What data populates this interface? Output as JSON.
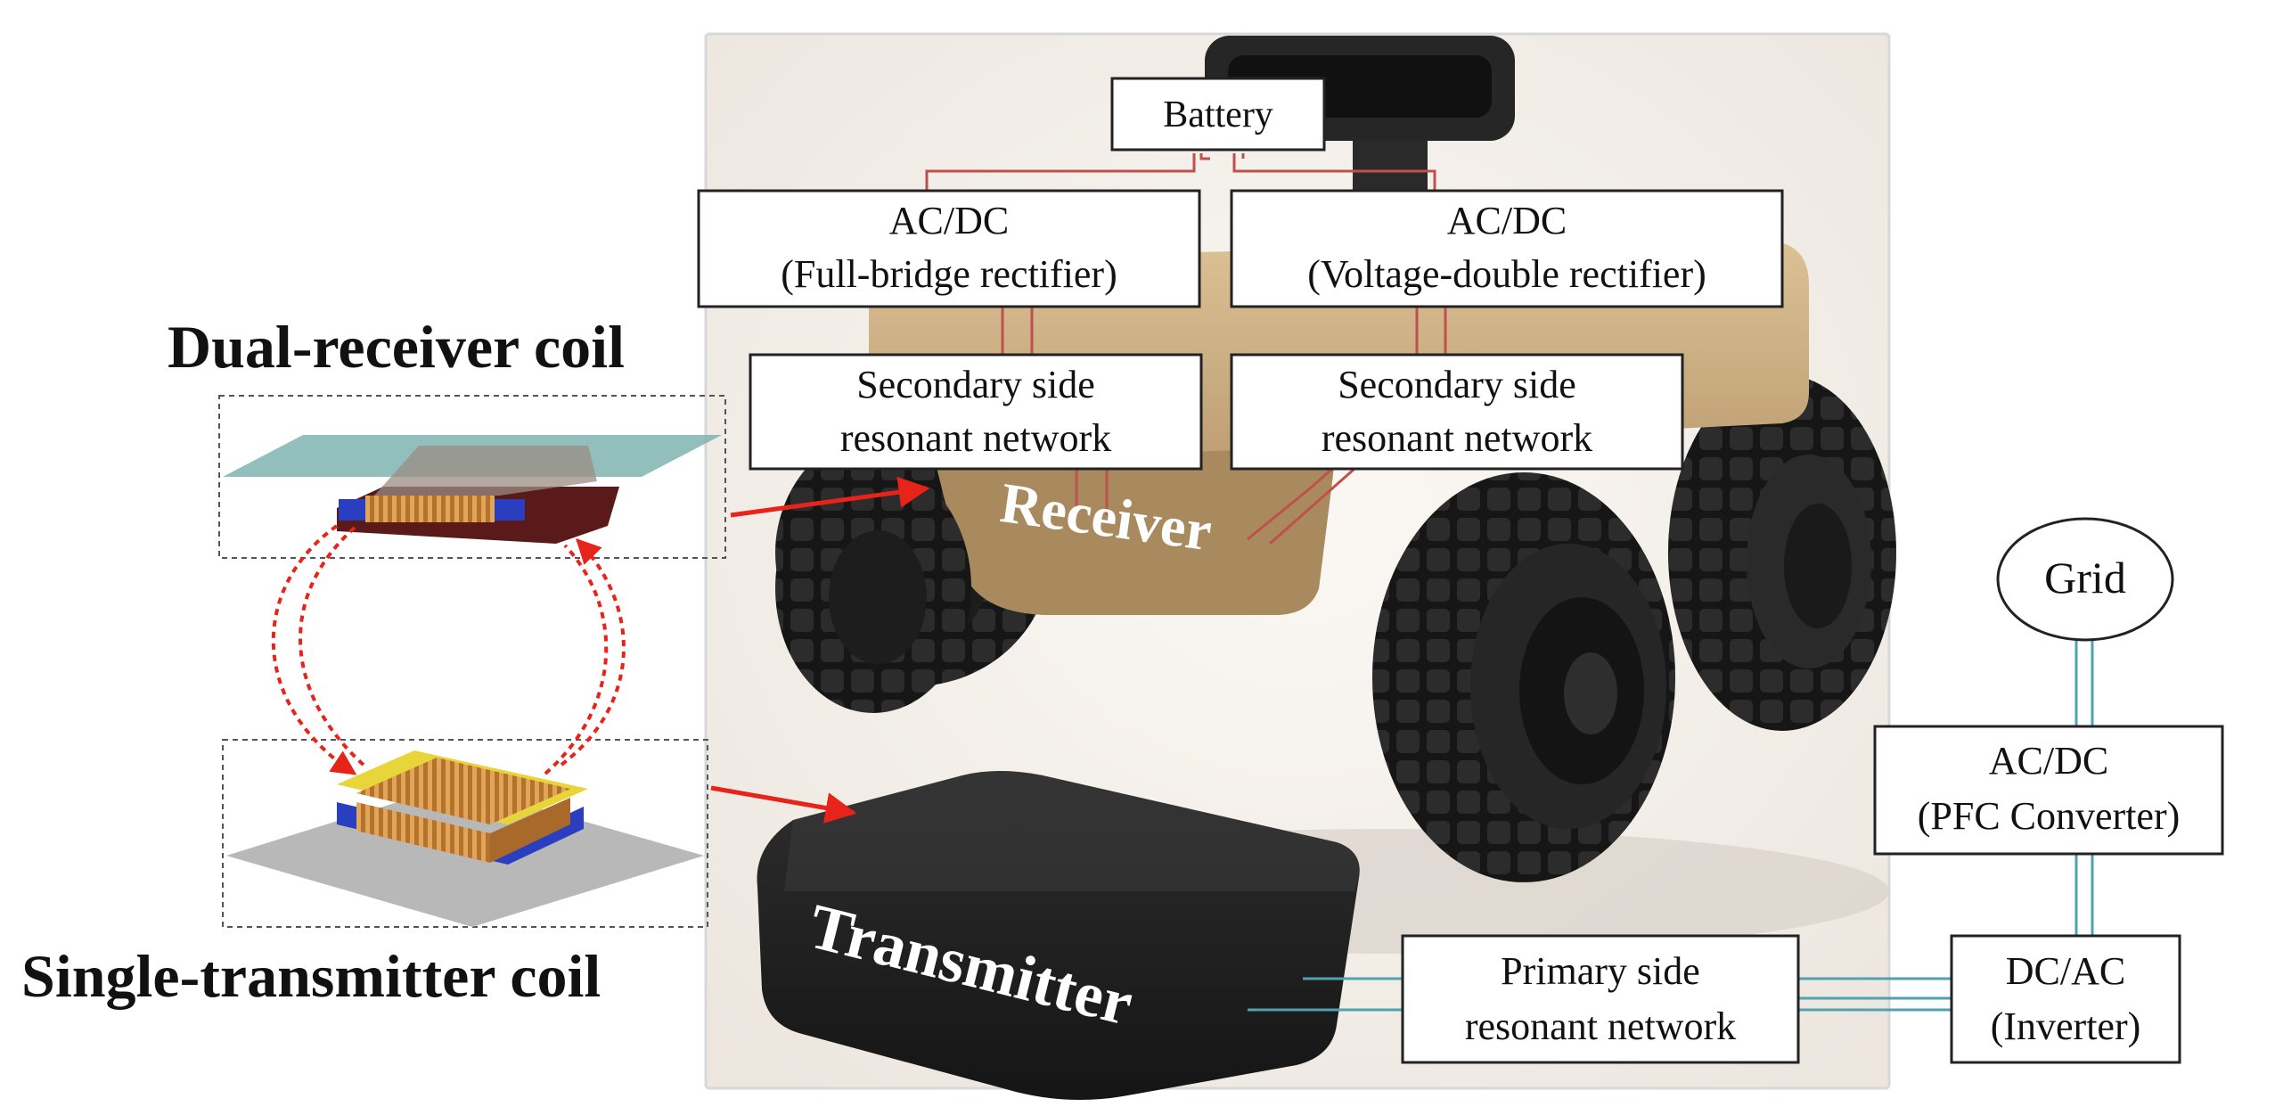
{
  "labels": {
    "battery": "Battery",
    "acdc_left_line1": "AC/DC",
    "acdc_left_line2": "(Full-bridge rectifier)",
    "acdc_right_line1": "AC/DC",
    "acdc_right_line2": "(Voltage-double rectifier)",
    "sec_left_line1": "Secondary side",
    "sec_left_line2": "resonant network",
    "sec_right_line1": "Secondary side",
    "sec_right_line2": "resonant network",
    "receiver": "Receiver",
    "transmitter": "Transmitter",
    "grid": "Grid",
    "pfc_line1": "AC/DC",
    "pfc_line2": "(PFC Converter)",
    "inverter_line1": "DC/AC",
    "inverter_line2": "(Inverter)",
    "primary_line1": "Primary side",
    "primary_line2": "resonant network",
    "dual_receiver_coil": "Dual-receiver coil",
    "single_transmitter_coil": "Single-transmitter coil"
  },
  "colors": {
    "receiver_wiring": "#c0504d",
    "transmitter_wiring": "#4fa3b0",
    "arrow": "#e8231a",
    "robot_body": "#c9a877",
    "tire": "#1c1c1c",
    "pad": "#222222",
    "coil_copper": "#c8832e",
    "ferrite_dark": "#5a1a1a",
    "ferrite_yellow": "#e8d53a",
    "ferrite_blue": "#2a3fbf",
    "shield_teal": "#7fb3b0",
    "plate_gray": "#b8b8b8"
  }
}
